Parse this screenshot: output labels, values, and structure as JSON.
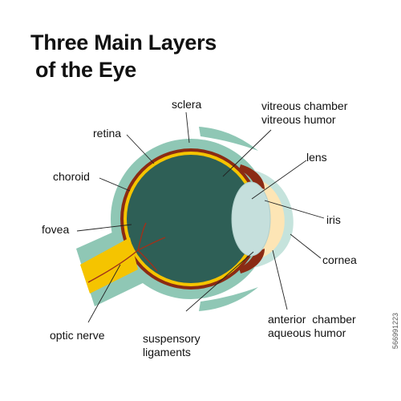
{
  "title": {
    "line1": "Three Main Layers",
    "line2": "of the Eye"
  },
  "labels": {
    "sclera": "sclera",
    "vitreous_chamber": "vitreous chamber",
    "vitreous_humor": "vitreous humor",
    "retina": "retina",
    "lens": "lens",
    "choroid": "choroid",
    "iris": "iris",
    "fovea": "fovea",
    "cornea": "cornea",
    "anterior_chamber": "anterior  chamber",
    "aqueous_humor": "aqueous humor",
    "optic_nerve": "optic nerve",
    "suspensory_1": "suspensory",
    "suspensory_2": "ligaments"
  },
  "stock_id": "566991223",
  "colors": {
    "sclera": "#8fc7b5",
    "choroid": "#8b2b14",
    "retina": "#f5c400",
    "vitreous": "#2e5f56",
    "lens": "#c5dfdc",
    "aqueous": "#fde5b5",
    "iris": "#8b2b14",
    "ciliary": "#a4c93a",
    "optic_nerve": "#f5c400",
    "text": "#111111",
    "line": "#222222"
  }
}
